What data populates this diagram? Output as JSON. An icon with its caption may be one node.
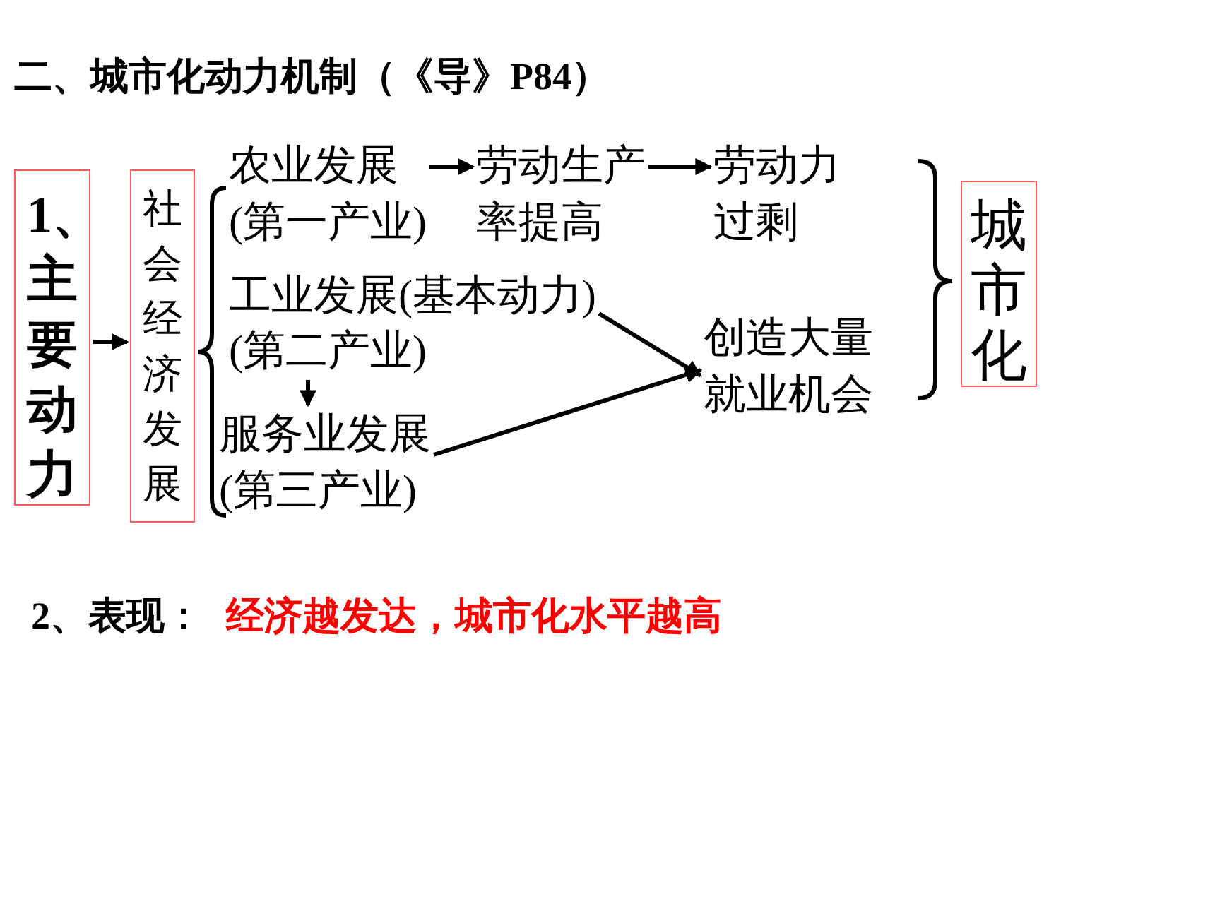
{
  "diagram": {
    "title": "二、城市化动力机制（《导》P84）",
    "nodes": [
      {
        "text": [
          "1、主要动力"
        ]
      },
      {
        "text": [
          "社会经济发展"
        ]
      },
      {
        "text": [
          "农业发展",
          "(第一产业)"
        ]
      },
      {
        "text": [
          "劳动生产率提高"
        ]
      },
      {
        "text": [
          "劳动力过剩"
        ]
      },
      {
        "text": [
          "工业发展(基本动力)",
          "(第二产业)"
        ]
      },
      {
        "text": [
          "服务业发展",
          "(第三产业)"
        ]
      },
      {
        "text": [
          "创造大量就业机会"
        ]
      },
      {
        "text": [
          "城市化"
        ]
      }
    ],
    "edges": [
      {
        "from": 0,
        "to": 1,
        "arrow": "to"
      },
      {
        "from": 2,
        "to": 3,
        "arrow": "to"
      },
      {
        "from": 3,
        "to": 4,
        "arrow": "to"
      },
      {
        "from": 5,
        "to": 6,
        "arrow": "to"
      },
      {
        "from": 5,
        "to": 7,
        "arrow": "to"
      },
      {
        "from": 6,
        "to": 7,
        "arrow": "to"
      }
    ],
    "labels": [
      "2、表现：",
      "经济越发达，城市化水平越高"
    ]
  }
}
